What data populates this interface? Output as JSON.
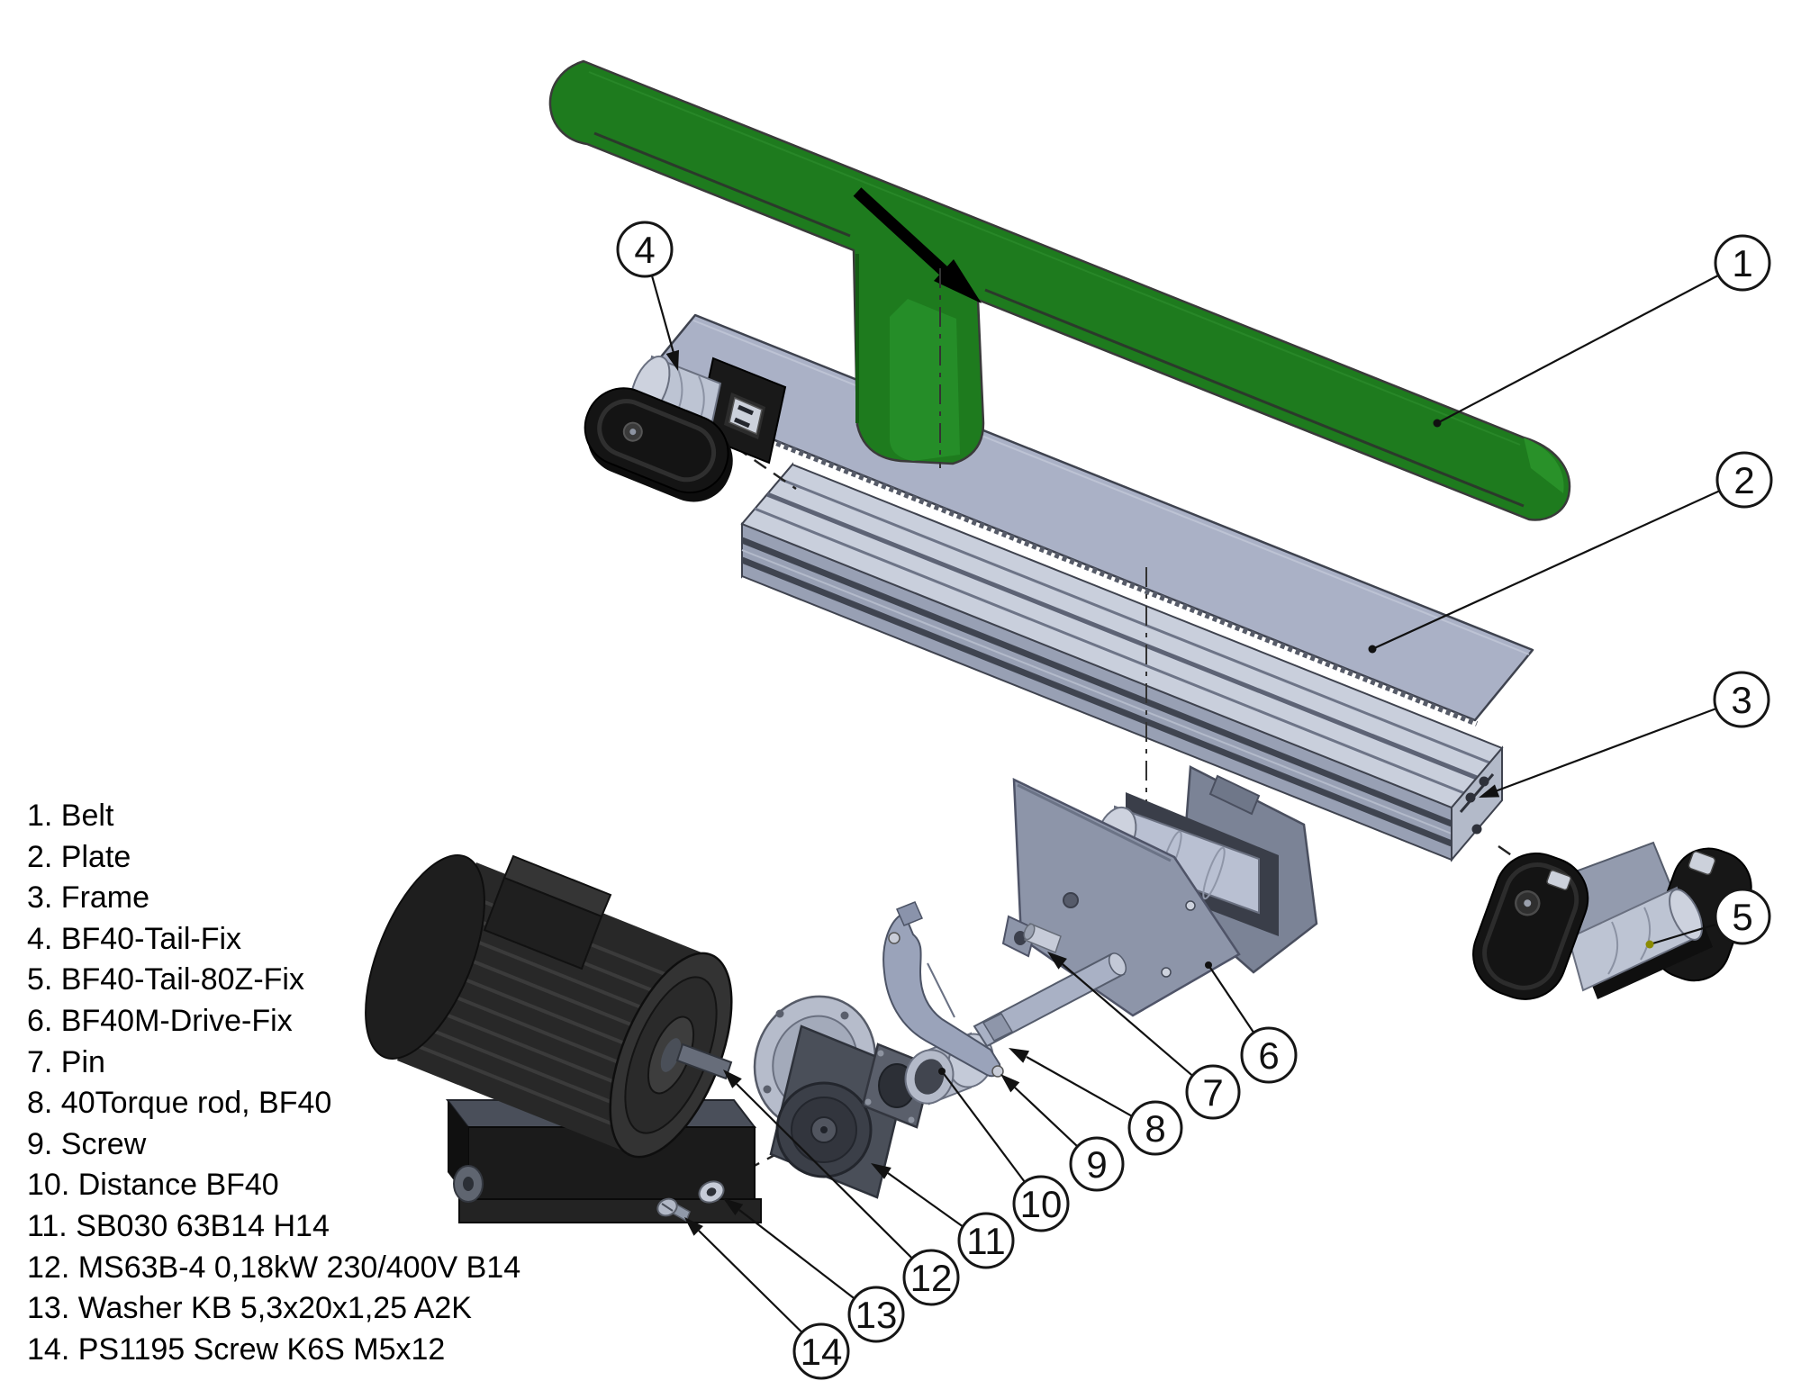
{
  "page": {
    "background": "#ffffff"
  },
  "parts": {
    "items": [
      {
        "id": "1",
        "name": "Belt",
        "line": "1. Belt"
      },
      {
        "id": "2",
        "name": "Plate",
        "line": "2. Plate"
      },
      {
        "id": "3",
        "name": "Frame",
        "line": "3. Frame"
      },
      {
        "id": "4",
        "name": "BF40-Tail-Fix",
        "line": "4. BF40-Tail-Fix"
      },
      {
        "id": "5",
        "name": "BF40-Tail-80Z-Fix",
        "line": "5. BF40-Tail-80Z-Fix"
      },
      {
        "id": "6",
        "name": "BF40M-Drive-Fix",
        "line": "6. BF40M-Drive-Fix"
      },
      {
        "id": "7",
        "name": "Pin",
        "line": "7. Pin"
      },
      {
        "id": "8",
        "name": "40Torque rod, BF40",
        "line": "8. 40Torque rod, BF40"
      },
      {
        "id": "9",
        "name": "Screw",
        "line": "9. Screw"
      },
      {
        "id": "10",
        "name": "Distance BF40",
        "line": "10. Distance BF40"
      },
      {
        "id": "11",
        "name": "SB030 63B14 H14",
        "line": "11. SB030 63B14 H14"
      },
      {
        "id": "12",
        "name": "MS63B-4 0,18kW 230/400V B14",
        "line": "12. MS63B-4 0,18kW 230/400V B14"
      },
      {
        "id": "13",
        "name": "Washer KB 5,3x20x1,25 A2K",
        "line": "13. Washer KB 5,3x20x1,25 A2K"
      },
      {
        "id": "14",
        "name": "PS1195 Screw K6S M5x12",
        "line": "14. PS1195 Screw K6S M5x12"
      }
    ]
  },
  "diagram": {
    "colors": {
      "belt_green": "#1e7b1e",
      "belt_green_light": "#2a942a",
      "plate_gray": "#aab1c6",
      "frame_top": "#c9cfdc",
      "frame_side": "#98a0b4",
      "roller_metal": "#bdc4d3",
      "drive_plate": "#8d95a9",
      "black_part": "#161616",
      "motor_body": "#282828",
      "leader_line": "#111111",
      "background": "#ffffff"
    }
  }
}
